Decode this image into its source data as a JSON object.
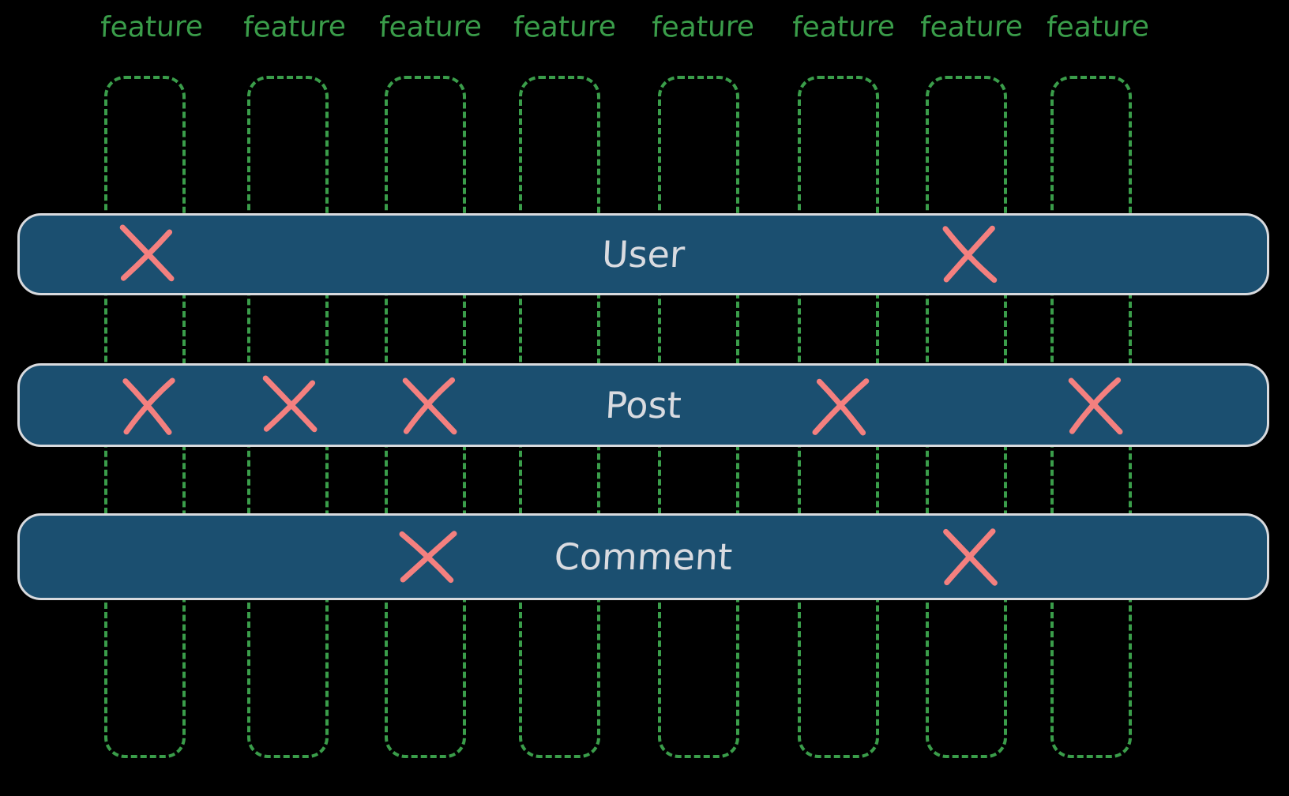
{
  "diagram": {
    "type": "entity-feature-matrix",
    "background_color": "#000000",
    "accent_green": "#3a9d4a",
    "row_fill": "#1b4f70",
    "row_border": "#d8dade",
    "mark_color": "#f4807f"
  },
  "columns": [
    {
      "label": "feature",
      "index": 1
    },
    {
      "label": "feature",
      "index": 2
    },
    {
      "label": "feature",
      "index": 3
    },
    {
      "label": "feature",
      "index": 4
    },
    {
      "label": "feature",
      "index": 5
    },
    {
      "label": "feature",
      "index": 6
    },
    {
      "label": "feature",
      "index": 7
    },
    {
      "label": "feature",
      "index": 8
    }
  ],
  "rows": [
    {
      "label": "User",
      "marks": [
        1,
        7
      ]
    },
    {
      "label": "Post",
      "marks": [
        1,
        2,
        3,
        6,
        8
      ]
    },
    {
      "label": "Comment",
      "marks": [
        3,
        7
      ]
    }
  ],
  "marks": {
    "glyph": "x-mark",
    "count": 9
  },
  "chart_data": {
    "type": "table",
    "title": "",
    "categories": [
      "feature",
      "feature",
      "feature",
      "feature",
      "feature",
      "feature",
      "feature",
      "feature"
    ],
    "series": [
      {
        "name": "User",
        "values": [
          1,
          0,
          0,
          0,
          0,
          0,
          1,
          0
        ]
      },
      {
        "name": "Post",
        "values": [
          1,
          1,
          1,
          0,
          0,
          1,
          0,
          1
        ]
      },
      {
        "name": "Comment",
        "values": [
          0,
          0,
          1,
          0,
          0,
          0,
          1,
          0
        ]
      }
    ],
    "xlabel": "",
    "ylabel": "",
    "legend": []
  }
}
